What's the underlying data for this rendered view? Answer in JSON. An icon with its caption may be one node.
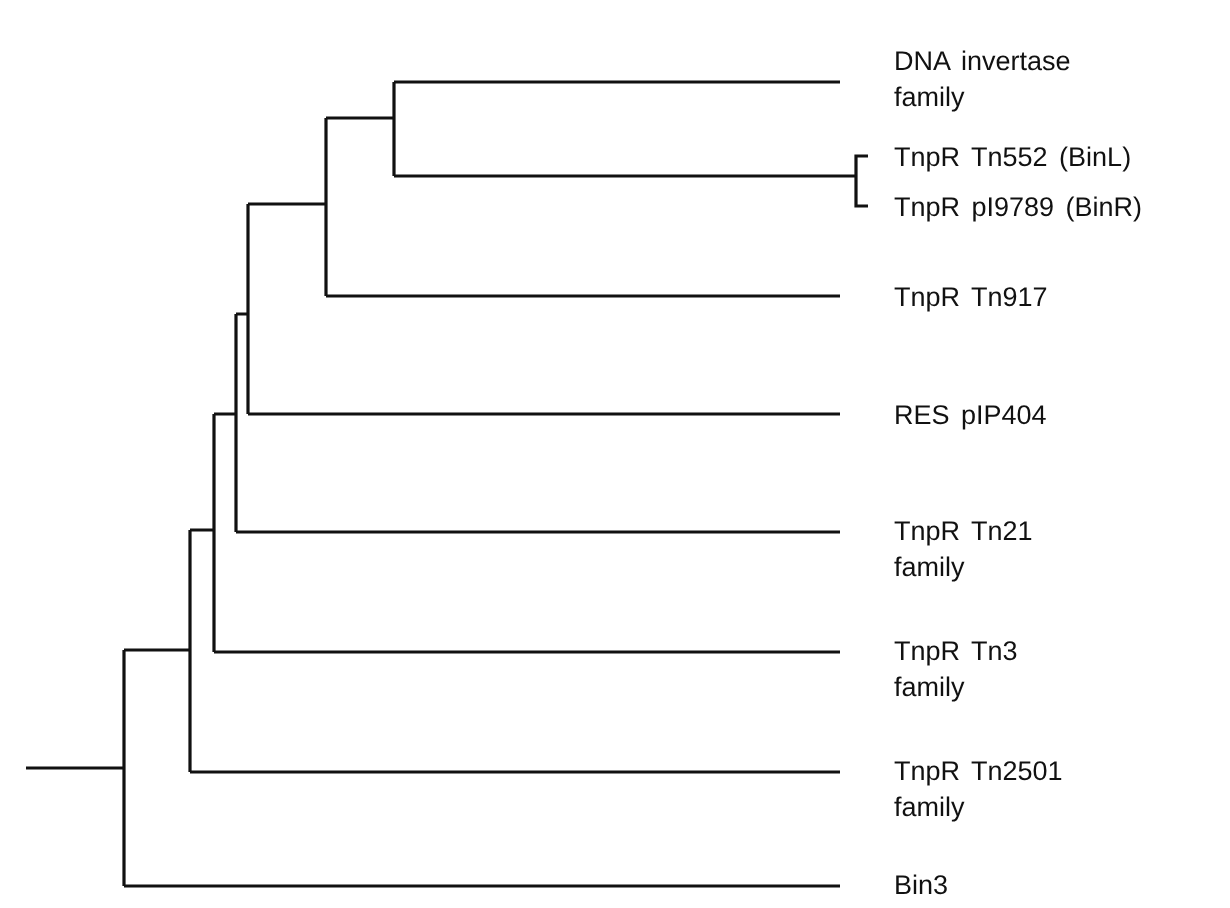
{
  "diagram": {
    "labels": [
      "DNA invertase family",
      "TnpR Tn552 (BinL)",
      "TnpR pI9789 (BinR)",
      "TnpR Tn917",
      "RES pIP404",
      "TnpR Tn21 family",
      "TnpR Tn3 family",
      "TnpR Tn2501 family",
      "Bin3"
    ]
  }
}
